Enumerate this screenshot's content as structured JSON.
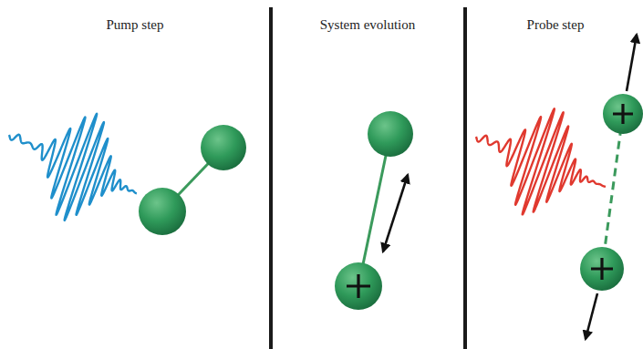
{
  "diagram": {
    "labels": [
      "Pump step",
      "System evolution",
      "Probe step"
    ]
  }
}
